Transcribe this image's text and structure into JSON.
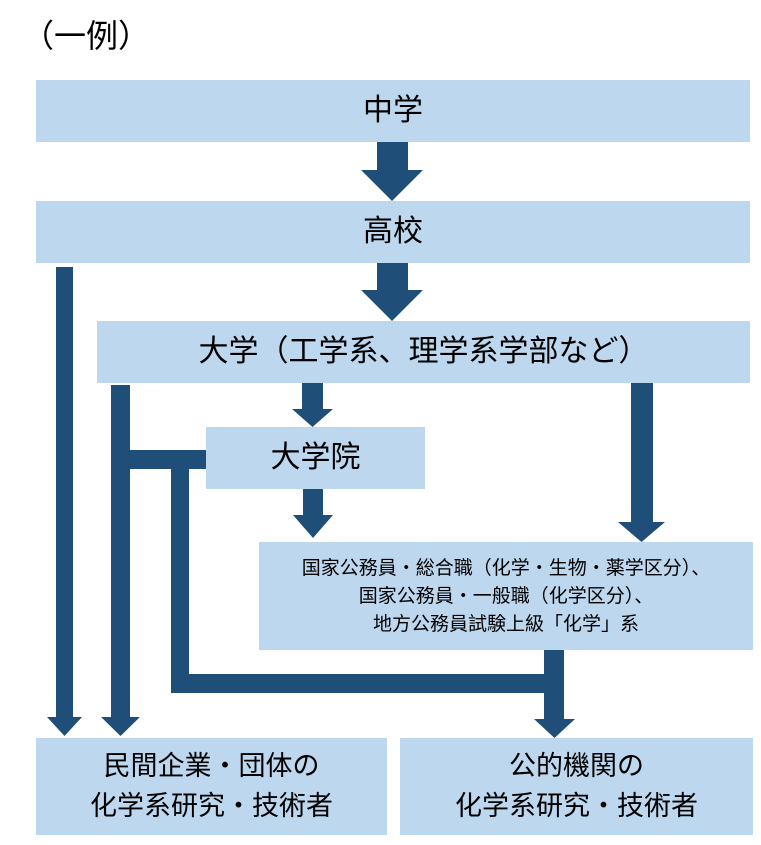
{
  "title": "（一例）",
  "colors": {
    "box_fill": "#bdd7ee",
    "arrow": "#1f4e79"
  },
  "nodes": {
    "junior_high": {
      "label": "中学"
    },
    "high_school": {
      "label": "高校"
    },
    "university": {
      "label": "大学（工学系、理学系学部など）"
    },
    "graduate_school": {
      "label": "大学院"
    },
    "civil_service_exam": {
      "lines": [
        "国家公務員・総合職（化学・生物・薬学区分）、",
        "国家公務員・一般職（化学区分）、",
        "地方公務員試験上級「化学」系"
      ]
    },
    "private_sector": {
      "lines": [
        "民間企業・団体の",
        "化学系研究・技術者"
      ]
    },
    "public_institution": {
      "lines": [
        "公的機関の",
        "化学系研究・技術者"
      ]
    }
  },
  "edges": [
    {
      "from": "junior_high",
      "to": "high_school"
    },
    {
      "from": "high_school",
      "to": "university"
    },
    {
      "from": "high_school",
      "to": "private_sector"
    },
    {
      "from": "university",
      "to": "graduate_school"
    },
    {
      "from": "university",
      "to": "civil_service_exam"
    },
    {
      "from": "university",
      "to": "private_sector"
    },
    {
      "from": "graduate_school",
      "to": "civil_service_exam"
    },
    {
      "from": "graduate_school",
      "to": "private_sector"
    },
    {
      "from": "graduate_school",
      "to": "public_institution"
    },
    {
      "from": "civil_service_exam",
      "to": "public_institution"
    }
  ]
}
